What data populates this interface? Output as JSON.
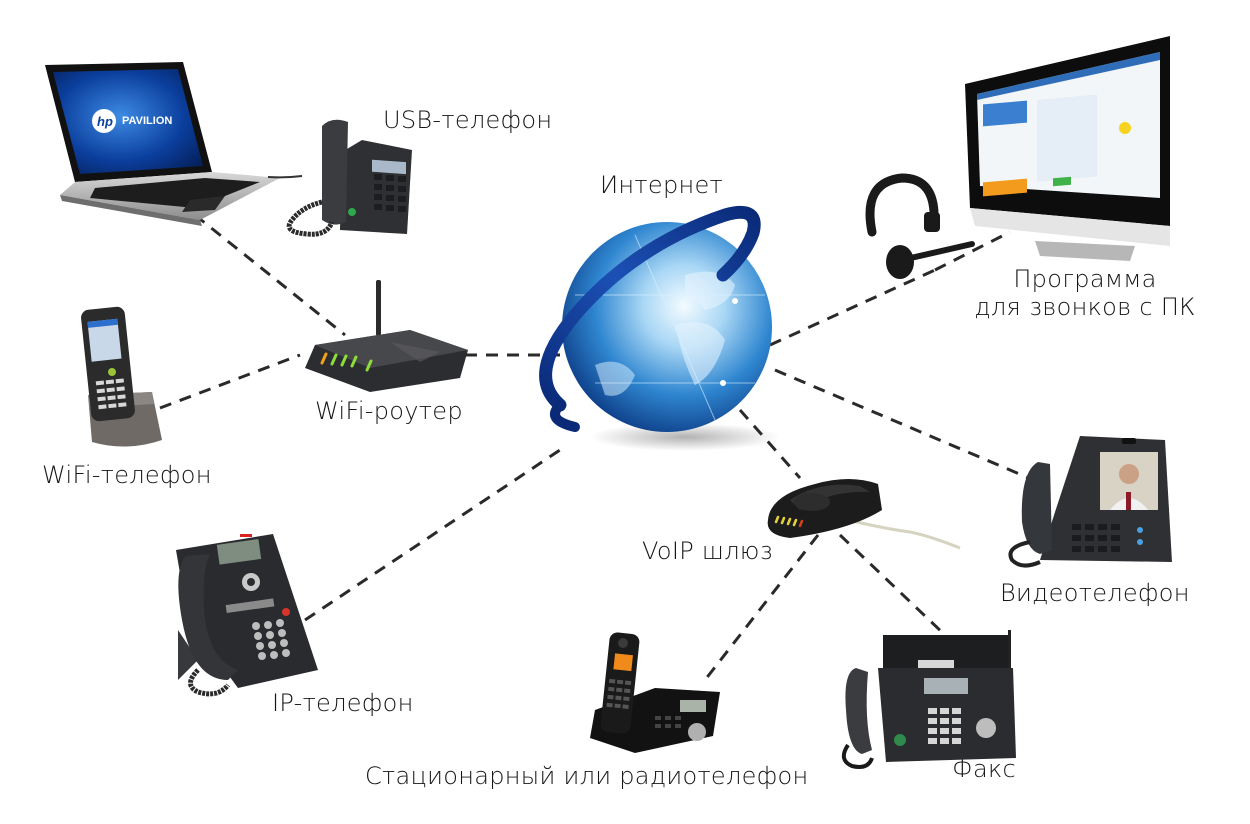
{
  "diagram": {
    "center": {
      "id": "internet",
      "label": "Интернет"
    },
    "nodes": [
      {
        "id": "usb_phone",
        "label": "USB-телефон"
      },
      {
        "id": "laptop",
        "label": "",
        "brand_text": "PAVILION",
        "logo_text": "hp"
      },
      {
        "id": "wifi_router",
        "label": "WiFi-роутер"
      },
      {
        "id": "wifi_phone",
        "label": "WiFi-телефон"
      },
      {
        "id": "ip_phone",
        "label": "IP-телефон"
      },
      {
        "id": "pc_software",
        "label_line1": "Программа",
        "label_line2": "для звонков с ПК"
      },
      {
        "id": "video_phone",
        "label": "Видеотелефон"
      },
      {
        "id": "voip_gateway",
        "label": "VoIP шлюз"
      },
      {
        "id": "landline",
        "label": "Стационарный или радиотелефон"
      },
      {
        "id": "fax",
        "label": "Факс"
      }
    ],
    "links": [
      {
        "from": "laptop",
        "to": "wifi_router",
        "style": "dashed"
      },
      {
        "from": "wifi_phone",
        "to": "wifi_router",
        "style": "dashed"
      },
      {
        "from": "wifi_router",
        "to": "internet",
        "style": "dashed"
      },
      {
        "from": "ip_phone",
        "to": "internet",
        "style": "dashed"
      },
      {
        "from": "internet",
        "to": "pc_software",
        "style": "dashed"
      },
      {
        "from": "internet",
        "to": "video_phone",
        "style": "dashed"
      },
      {
        "from": "internet",
        "to": "voip_gateway",
        "style": "dashed"
      },
      {
        "from": "voip_gateway",
        "to": "landline",
        "style": "dashed"
      },
      {
        "from": "voip_gateway",
        "to": "fax",
        "style": "dashed"
      }
    ],
    "colors": {
      "background": "#ffffff",
      "text": "#161616",
      "link": "#2a2a2a",
      "globe_dark": "#0d3f8c",
      "globe_light": "#cfe9fb",
      "device_dark": "#2b2d30"
    }
  }
}
